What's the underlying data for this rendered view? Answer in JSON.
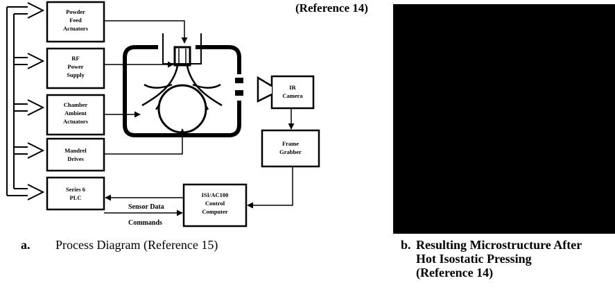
{
  "top_reference": "(Reference 14)",
  "boxes": {
    "powder_feed": [
      "Powder",
      "Feed",
      "Actuators"
    ],
    "rf_power": [
      "RF",
      "Power",
      "Supply"
    ],
    "chamber_ambient": [
      "Chamber",
      "Ambient",
      "Actuators"
    ],
    "mandrel_drives": [
      "Mandrel",
      "Drives"
    ],
    "series6_plc": [
      "Series 6",
      "PLC"
    ],
    "ir_camera": [
      "IR",
      "Camera"
    ],
    "frame_grabber": [
      "Frame",
      "Grabber"
    ],
    "control_computer": [
      "ISI/AC100",
      "Control",
      "Computer"
    ]
  },
  "arrow_labels": {
    "sensor_data": "Sensor Data",
    "commands": "Commands"
  },
  "caption_a": {
    "letter": "a.",
    "text": "Process Diagram (Reference 15)"
  },
  "caption_b": {
    "letter": "b.",
    "line1": "Resulting Microstructure After",
    "line2": "Hot Isostatic Pressing",
    "line3": "(Reference 14)"
  }
}
